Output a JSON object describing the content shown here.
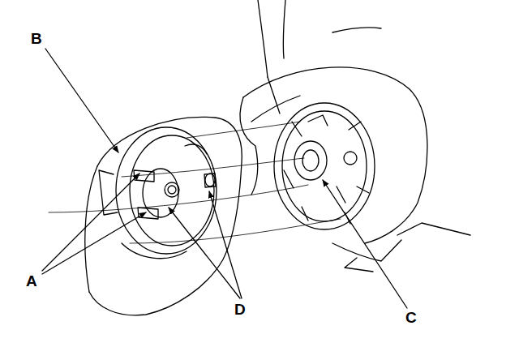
{
  "diagram": {
    "labels": [
      "B",
      "A",
      "D",
      "C"
    ]
  }
}
